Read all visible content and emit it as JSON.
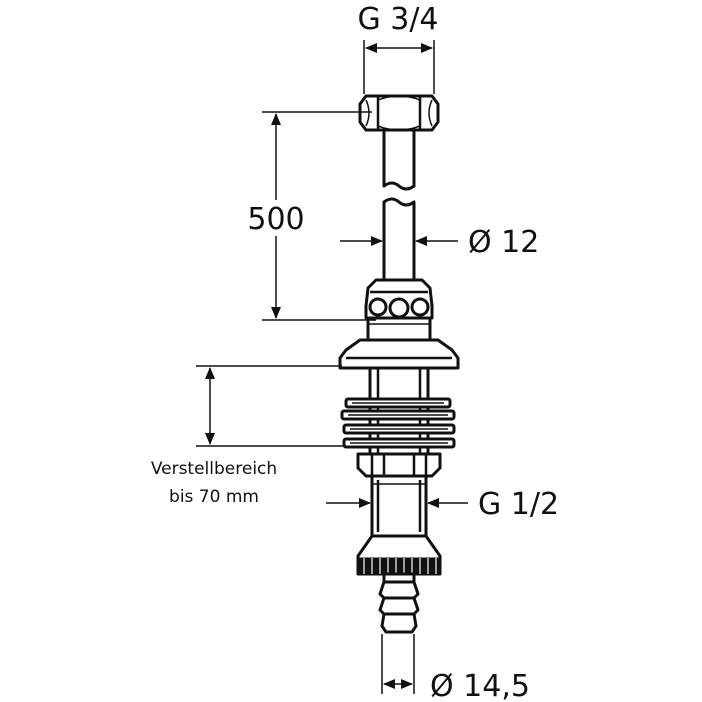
{
  "labels": {
    "thread_top": "G 3/4",
    "length": "500",
    "pipe_diameter": "Ø 12",
    "adjust_line1": "Verstellbereich",
    "adjust_line2": "bis 70 mm",
    "thread_bottom": "G 1/2",
    "hose_diameter": "Ø 14,5"
  },
  "colors": {
    "stroke": "#111111",
    "background": "#ffffff"
  }
}
